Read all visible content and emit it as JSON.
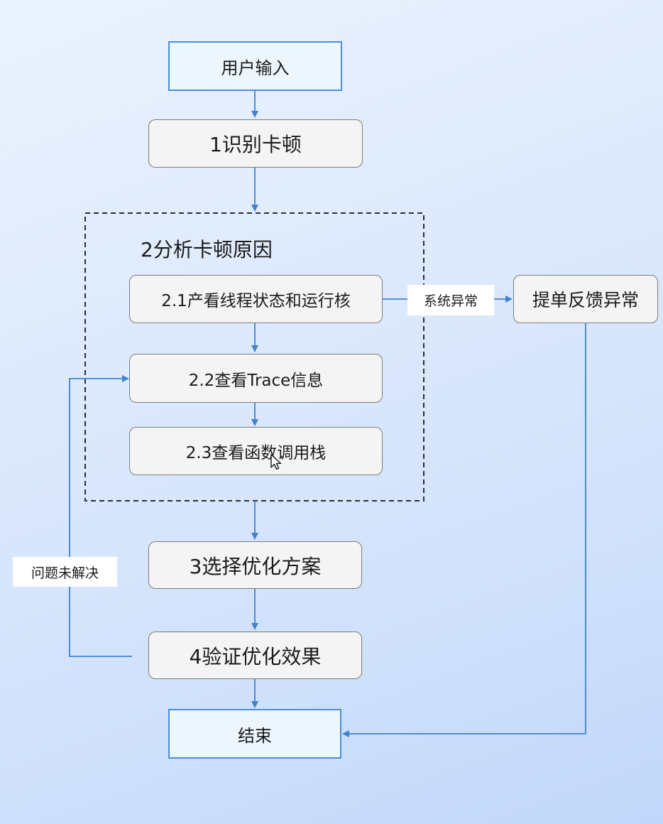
{
  "nodes": {
    "start": "用户输入",
    "identify": "1识别卡顿",
    "analyze_group": "2分析卡顿原因",
    "check_thread": "2.1产看线程状态和运行核",
    "check_trace": "2.2查看Trace信息",
    "check_stack": "2.3查看函数调用栈",
    "choose_plan": "3选择优化方案",
    "verify": "4验证优化效果",
    "feedback": "提单反馈异常",
    "end": "结束"
  },
  "edge_labels": {
    "system_exception": "系统异常",
    "unresolved": "问题未解决"
  },
  "colors": {
    "arrow": "#3f83d3",
    "terminal_border": "#4a8fd6",
    "box_border": "#7c7c7c"
  }
}
